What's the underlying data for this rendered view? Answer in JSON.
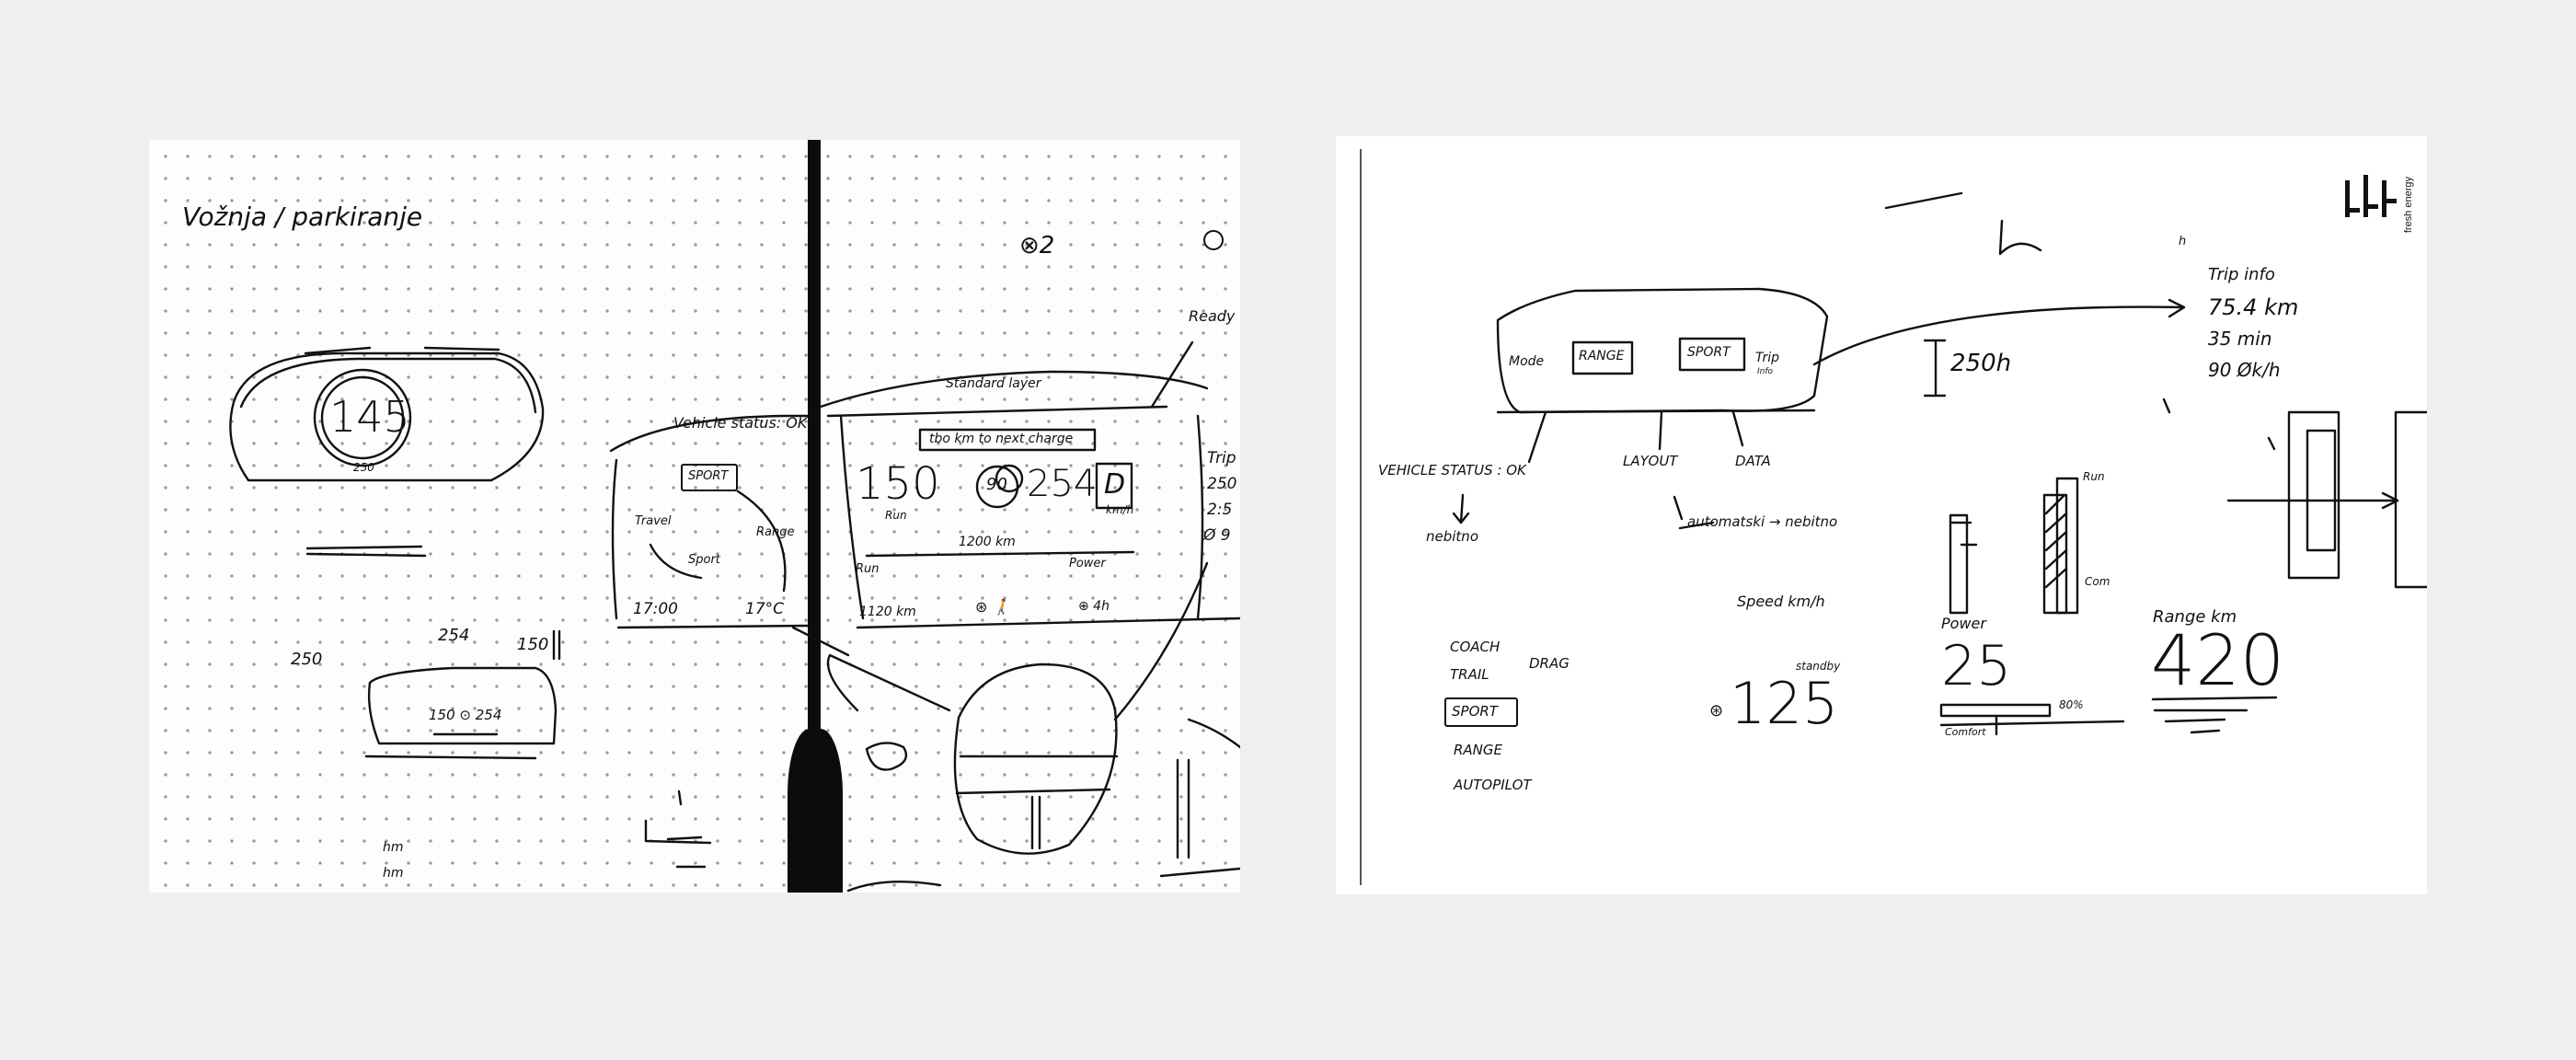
{
  "left_sheet": {
    "heading": "Vožnja / parkiranje",
    "cluster_speed": "145",
    "cluster_sub": "250",
    "mini_values": [
      "250",
      "254",
      "150"
    ],
    "mini_cluster_values": "150 ⊙ 254",
    "small_notes": [
      "hm",
      "hm"
    ],
    "vehicle_status": "Vehicle status: OK",
    "mode_box": "SPORT",
    "mode_left": "Travel",
    "mode_right": "Range",
    "mode_bottom": "Sport",
    "time": "17:00",
    "temp": "17°C",
    "top_right_mark": "⊗2",
    "ready": "Ready",
    "standard_label": "Standard layer",
    "nav_prompt": "tbo km to next charge",
    "speed_left": "150",
    "speed_gauge": "90",
    "speed_right": "254",
    "gear": "D",
    "unit_left": "Run",
    "unit_right": "km/h",
    "range_line": "1200 km",
    "range_label": "Power",
    "power_label": "Run",
    "odometer": "1120 km",
    "bottom_right": "⊕ 4h",
    "trip_labels": [
      "Trip",
      "250",
      "2:5",
      "Ø 9"
    ]
  },
  "right_sheet": {
    "brand": "fresh energy",
    "mark_top": "h",
    "modes": [
      "Mode",
      "RANGE",
      "SPORT",
      "Trip"
    ],
    "mode_sub": "Info",
    "tabs": [
      "VEHICLE STATUS : OK",
      "LAYOUT",
      "DATA"
    ],
    "below_status": "nebitno",
    "auto_note": "automatski → nebitno",
    "speed_heading": "Speed km/h",
    "speed_value": "125",
    "speed_note": "standby",
    "power_heading": "Power",
    "power_value": "25",
    "power_note": "80%",
    "power_sub": "Comfort",
    "range_heading": "Range km",
    "range_value": "420",
    "trip_heading": "Trip info",
    "trip_km": "75.4 km",
    "trip_min": "35  min",
    "trip_avg": "90  Øk/h",
    "range_small": "250h",
    "bars_labels": [
      "Run",
      "Com"
    ],
    "mode_list": [
      "COACH",
      "TRAIL",
      "DRAG",
      "SPORT",
      "RANGE",
      "AUTOPILOT"
    ]
  }
}
